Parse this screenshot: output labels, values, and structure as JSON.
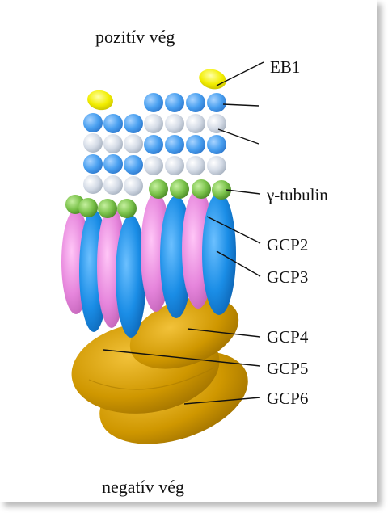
{
  "figure": {
    "top_label": "pozitív vég",
    "bottom_label": "negatív vég",
    "labels": {
      "eb1": "EB1",
      "gamma_tubulin": "γ-tubulin",
      "gcp2": "GCP2",
      "gcp3": "GCP3",
      "gcp4": "GCP4",
      "gcp5": "GCP5",
      "gcp6": "GCP6"
    }
  },
  "colors": {
    "eb1": "#f2ee00",
    "beta_tubulin": "#4aa0f0",
    "alpha_tubulin": "#d4dbe6",
    "gamma_tubulin": "#7ac24a",
    "gcp2": "#e685dc",
    "gcp3": "#1a8de6",
    "gcp4_gcp5_gcp6": "#cf9700"
  }
}
